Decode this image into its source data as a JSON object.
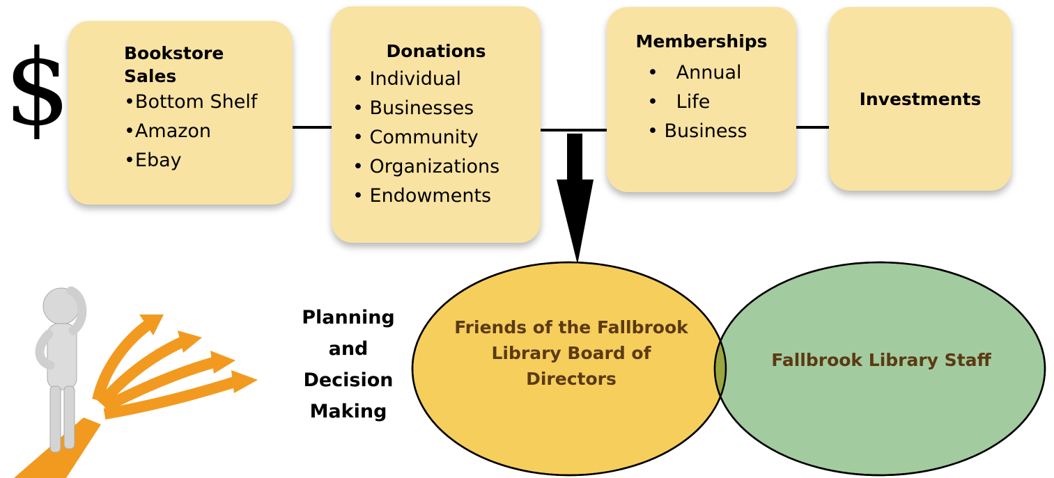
{
  "currency_symbol": "$",
  "boxes": {
    "bookstore": {
      "title_line1": "Bookstore",
      "title_line2": "Sales",
      "items": [
        "•Bottom Shelf",
        "•Amazon",
        "•Ebay"
      ]
    },
    "donations": {
      "title": "Donations",
      "items": [
        "• Individual",
        "• Businesses",
        "• Community",
        "• Organizations",
        "• Endowments"
      ]
    },
    "memberships": {
      "title": "Memberships",
      "items": [
        "•   Annual",
        "•   Life",
        "• Business"
      ]
    },
    "investments": {
      "title": "Investments"
    }
  },
  "planning": [
    "Planning",
    "and",
    "Decision",
    "Making"
  ],
  "venn": {
    "left_lines": [
      "Friends of the Fallbrook",
      "Library Board of",
      "Directors"
    ],
    "right_label": "Fallbrook Library Staff"
  },
  "colors": {
    "box_fill": "#f9e3a3",
    "left_ellipse": "#f6ce5c",
    "right_ellipse": "#a3cba0",
    "overlap": "#9aa63e",
    "arrow_orange": "#f29a1f",
    "label_brown": "#5b3a12"
  }
}
